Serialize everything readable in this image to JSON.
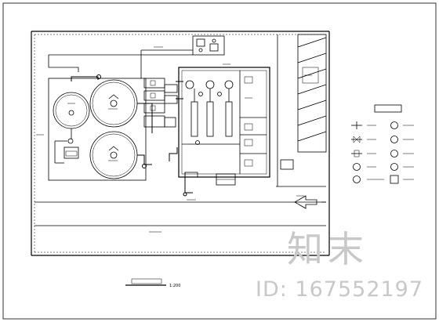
{
  "drawing": {
    "scale_label": "1:200",
    "id_watermark": "ID: 167552197",
    "logo_watermark": "知末"
  },
  "colors": {
    "line": "#000000",
    "watermark": "#c8c8c8",
    "background": "#ffffff"
  }
}
